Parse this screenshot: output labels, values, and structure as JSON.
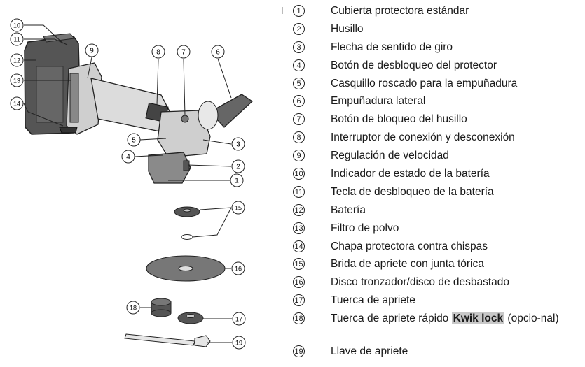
{
  "legend": [
    {
      "num": "1",
      "text": "Cubierta protectora estándar"
    },
    {
      "num": "2",
      "text": "Husillo"
    },
    {
      "num": "3",
      "text": "Flecha de sentido de giro"
    },
    {
      "num": "4",
      "text": "Botón de desbloqueo del protector"
    },
    {
      "num": "5",
      "text": "Casquillo roscado para la empuñadura"
    },
    {
      "num": "6",
      "text": "Empuñadura lateral"
    },
    {
      "num": "7",
      "text": "Botón de bloqueo del husillo"
    },
    {
      "num": "8",
      "text": "Interruptor de conexión y desconexión"
    },
    {
      "num": "9",
      "text": "Regulación de velocidad"
    },
    {
      "num": "10",
      "text": "Indicador de estado de la batería"
    },
    {
      "num": "11",
      "text": "Tecla de desbloqueo de la batería"
    },
    {
      "num": "12",
      "text": "Batería"
    },
    {
      "num": "13",
      "text": "Filtro de polvo"
    },
    {
      "num": "14",
      "text": "Chapa protectora contra chispas"
    },
    {
      "num": "15",
      "text": "Brida de apriete con junta tórica"
    },
    {
      "num": "16",
      "text": "Disco tronzador/disco de desbastado"
    },
    {
      "num": "17",
      "text": "Tuerca de apriete"
    },
    {
      "num": "18",
      "text_before": "Tuerca de apriete rápido ",
      "highlight": "Kwik lock",
      "text_after": " (opcio-nal)"
    },
    {
      "num": "19",
      "text": "Llave de apriete"
    }
  ],
  "callouts": [
    "1",
    "2",
    "3",
    "4",
    "5",
    "6",
    "7",
    "8",
    "9",
    "10",
    "11",
    "12",
    "13",
    "14",
    "15",
    "16",
    "17",
    "18",
    "19"
  ]
}
